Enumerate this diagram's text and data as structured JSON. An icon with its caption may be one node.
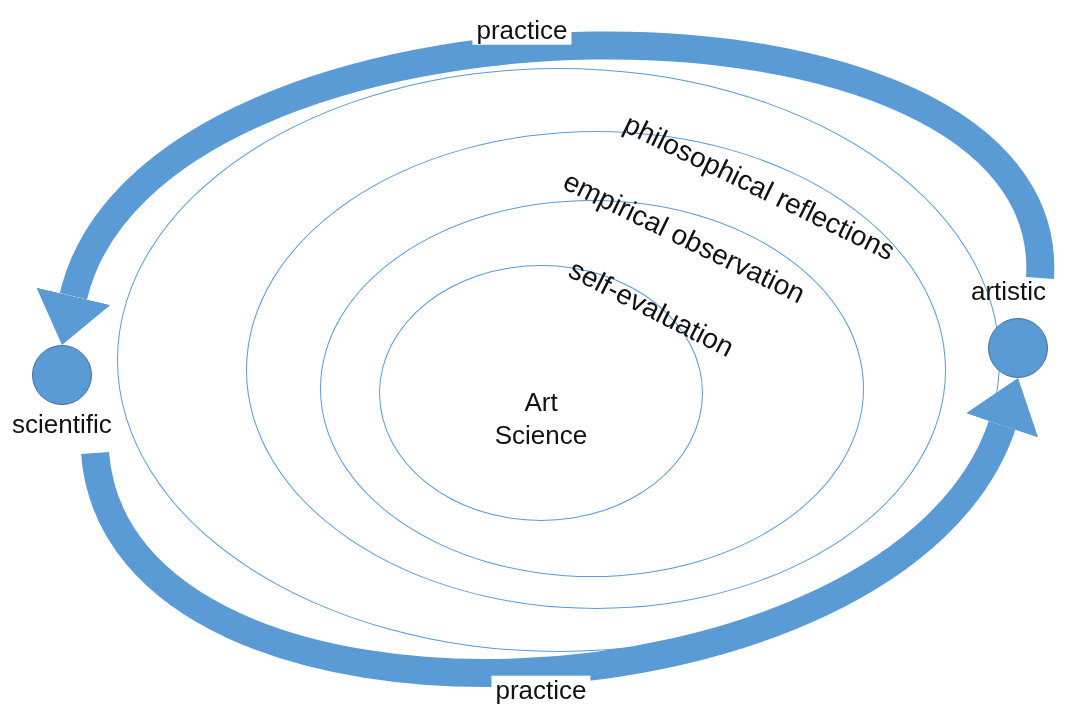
{
  "diagram": {
    "nodes": [
      {
        "text": [],
        "shape": "ellipse"
      },
      {
        "text": [],
        "shape": "ellipse",
        "in": 0
      },
      {
        "text": [],
        "shape": "ellipse",
        "in": 1
      },
      {
        "text": [
          "Art Science"
        ],
        "in": 2
      },
      {
        "text": [
          "scientific"
        ]
      },
      {
        "text": [
          "artistic"
        ]
      }
    ],
    "edges": [
      {
        "from": 5,
        "to": 4,
        "arrow": "to",
        "label": "practice"
      },
      {
        "from": 4,
        "to": 5,
        "arrow": "to",
        "label": "practice"
      }
    ],
    "labels": [
      "philosophical reflections",
      "empirical observation",
      "self-evaluation"
    ]
  }
}
